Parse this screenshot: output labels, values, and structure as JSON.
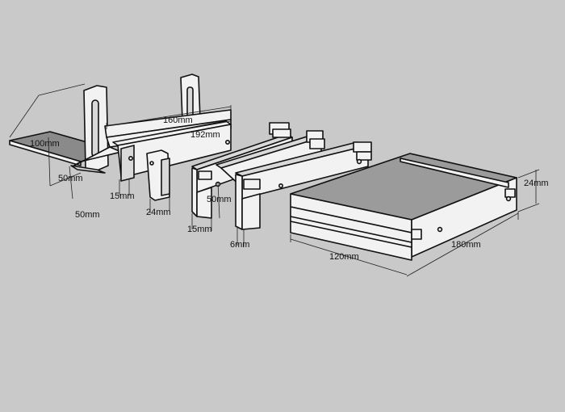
{
  "dimensions": {
    "base_depth": "100mm",
    "left_height_a": "50mm",
    "left_height_b": "50mm",
    "back_width": "160mm",
    "rail_length": "192mm",
    "thickness_a": "15mm",
    "thickness_b": "24mm",
    "brace_height": "50mm",
    "thickness_c": "15mm",
    "slot_depth": "6mm",
    "plate_thickness": "24mm",
    "plate_width": "120mm",
    "plate_length": "180mm"
  }
}
